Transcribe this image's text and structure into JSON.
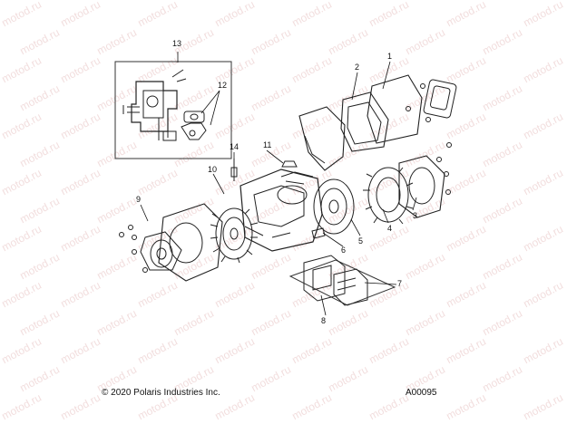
{
  "watermark": "motod.ru",
  "callouts": [
    "1",
    "2",
    "3",
    "4",
    "5",
    "6",
    "7",
    "8",
    "9",
    "10",
    "11",
    "12",
    "13",
    "14"
  ],
  "footer": {
    "copyright": "© 2020 Polaris Industries Inc.",
    "code": "A00095"
  }
}
